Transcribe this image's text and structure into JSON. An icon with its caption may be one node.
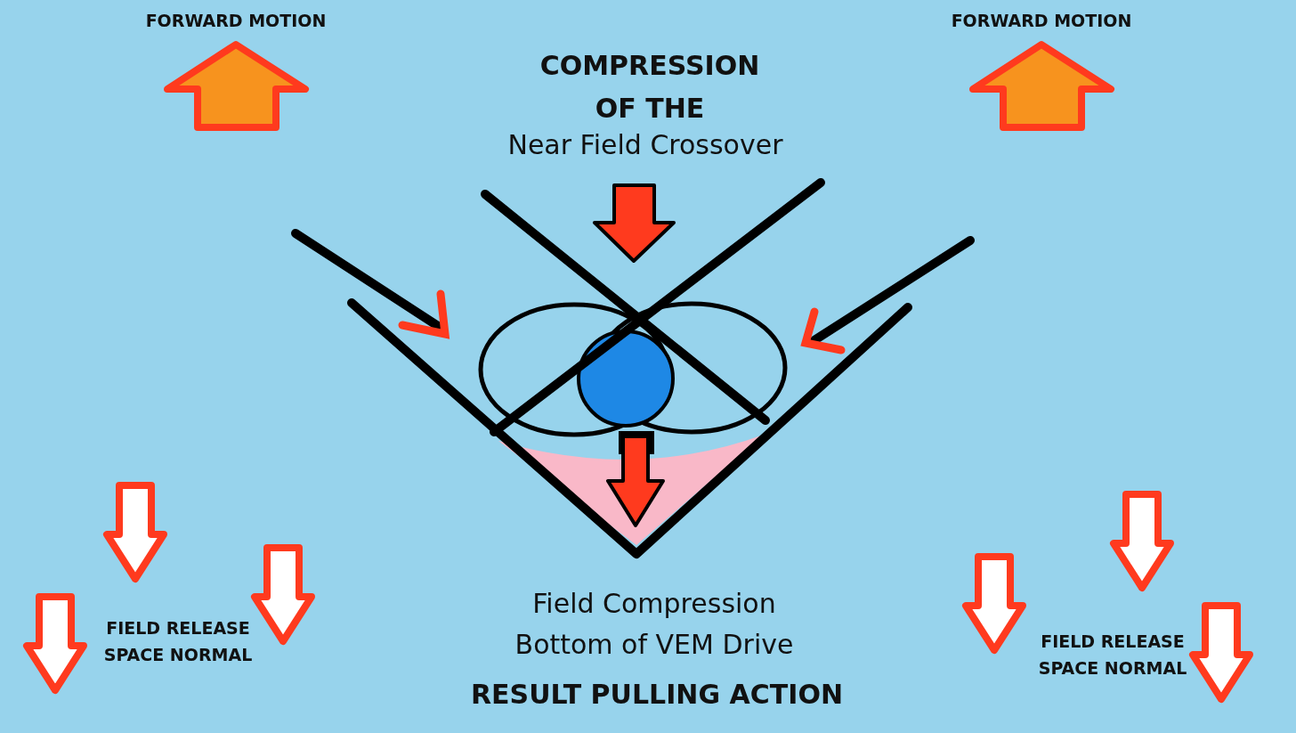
{
  "diagram": {
    "labels": [
      "FORWARD MOTION",
      "FORWARD MOTION",
      "COMPRESSION OF THE",
      "Near Field Crossover",
      "Field Compression Bottom of VEM Drive",
      "FIELD RELEASE SPACE NORMAL",
      "FIELD RELEASE SPACE NORMAL",
      "RESULT PULLING ACTION"
    ]
  }
}
